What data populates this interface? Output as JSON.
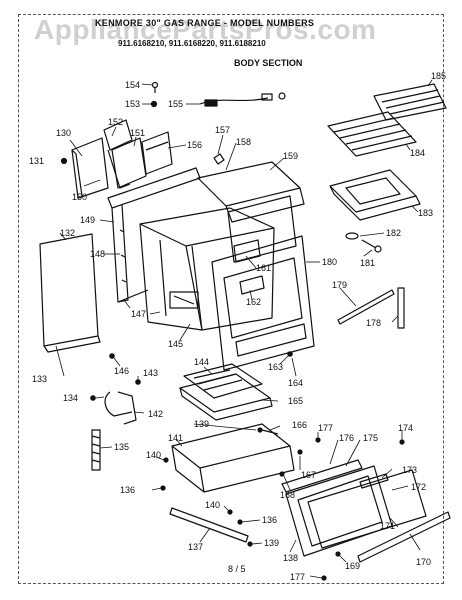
{
  "watermark": "AppliancePartsPros.com",
  "header": {
    "title": "KENMORE 30\" GAS RANGE - MODEL NUMBERS",
    "models": "911.6168210, 911.6168220, 911.6188210",
    "section": "BODY SECTION"
  },
  "page_number": "8 / 5",
  "parts": {
    "p130": "130",
    "p131": "131",
    "p132": "132",
    "p133": "133",
    "p134": "134",
    "p135": "135",
    "p136a": "136",
    "p136b": "136",
    "p137": "137",
    "p138": "138",
    "p139a": "139",
    "p139b": "139",
    "p140a": "140",
    "p140b": "140",
    "p141": "141",
    "p142": "142",
    "p143": "143",
    "p144": "144",
    "p145": "145",
    "p146": "146",
    "p147": "147",
    "p148": "148",
    "p149": "149",
    "p150": "150",
    "p151": "151",
    "p152": "152",
    "p153": "153",
    "p154": "154",
    "p155": "155",
    "p156": "156",
    "p157": "157",
    "p158": "158",
    "p159": "159",
    "p161": "161",
    "p162": "162",
    "p163": "163",
    "p164": "164",
    "p165": "165",
    "p166": "166",
    "p167": "167",
    "p168": "168",
    "p169": "169",
    "p170": "170",
    "p171": "171",
    "p172": "172",
    "p173": "173",
    "p174": "174",
    "p175": "175",
    "p176": "176",
    "p177a": "177",
    "p177b": "177",
    "p178": "178",
    "p179": "179",
    "p180": "180",
    "p181": "181",
    "p182": "182",
    "p183": "183",
    "p184": "184",
    "p185": "185"
  }
}
